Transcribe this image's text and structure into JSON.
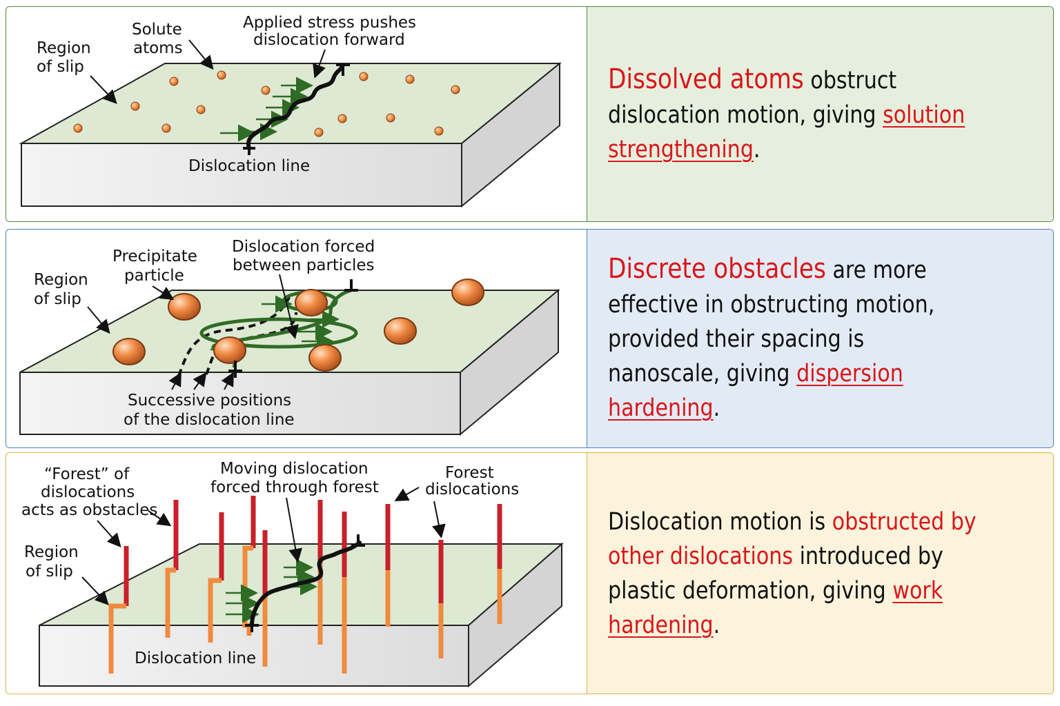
{
  "panels": [
    {
      "labels": {
        "region_line1": "Region",
        "region_line2": "of slip",
        "solute_line1": "Solute",
        "solute_line2": "atoms",
        "stress_line1": "Applied stress pushes",
        "stress_line2": "dislocation forward",
        "dislocation_line": "Dislocation line"
      },
      "statement": {
        "lead": "Dissolved atoms",
        "mid": " obstruct dislocation motion, giving ",
        "term": "solution strengthening",
        "end": "."
      },
      "colors": {
        "background": "#e6efdd",
        "border": "#4e8a3c"
      }
    },
    {
      "labels": {
        "region_line1": "Region",
        "region_line2": "of slip",
        "precip_line1": "Precipitate",
        "precip_line2": "particle",
        "forced_line1": "Dislocation forced",
        "forced_line2": "between particles",
        "successive_line1": "Successive positions",
        "successive_line2": "of the dislocation line"
      },
      "statement": {
        "lead": "Discrete obstacles",
        "mid": " are more effective in obstructing motion, provided their spacing is nanoscale, giving ",
        "term": "dispersion hardening",
        "end": "."
      },
      "colors": {
        "background": "#e2ebf5",
        "border": "#4f7fb7"
      }
    },
    {
      "labels": {
        "forest_obst_line1": "“Forest” of",
        "forest_obst_line2": "dislocations",
        "forest_obst_line3": "acts as obstacles",
        "region_line1": "Region",
        "region_line2": "of slip",
        "moving_line1": "Moving dislocation",
        "moving_line2": "forced through forest",
        "forest_line1": "Forest",
        "forest_line2": "dislocations",
        "dislocation_line": "Dislocation line"
      },
      "statement": {
        "lead": "Dislocation motion is ",
        "red1": "obstructed by other dislocations",
        "mid": " introduced by plastic deformation, giving ",
        "term": "work hardening",
        "end": "."
      },
      "colors": {
        "background": "#fbf3dc",
        "border": "#d6b24a"
      }
    }
  ]
}
